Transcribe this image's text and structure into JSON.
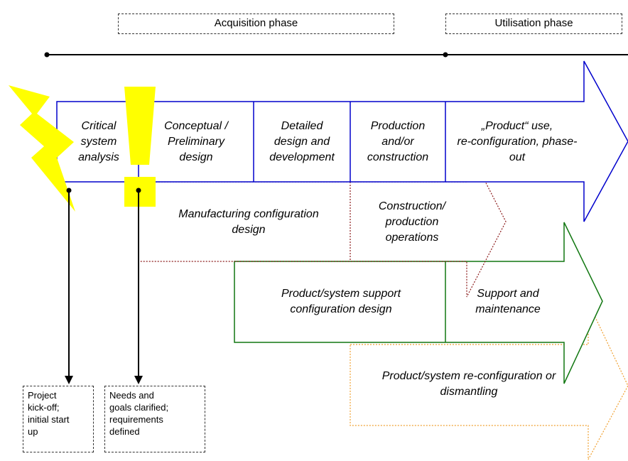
{
  "phases": {
    "acquisition": "Acquisition phase",
    "utilisation": "Utilisation phase"
  },
  "main_steps": {
    "critical": [
      "Critical",
      "system",
      "analysis"
    ],
    "conceptual": [
      "Conceptual /",
      "Preliminary",
      "design"
    ],
    "detailed": [
      "Detailed",
      "design and",
      "development"
    ],
    "production": [
      "Production",
      "and/or",
      "construction"
    ],
    "product_use": [
      "„Product“ use,",
      "re-configuration, phase-",
      "out"
    ]
  },
  "manufacturing": {
    "config": [
      "Manufacturing configuration",
      "design"
    ],
    "operations": [
      "Construction/",
      "production",
      "operations"
    ]
  },
  "support": {
    "config": [
      "Product/system support",
      "configuration design"
    ],
    "maintenance": [
      "Support and",
      "maintenance"
    ]
  },
  "reconfig": {
    "label": [
      "Product/system re-configuration or",
      "dismantling"
    ]
  },
  "milestones": {
    "kickoff": [
      "Project",
      "kick-off;",
      "initial start",
      "up"
    ],
    "needs": [
      "Needs and",
      "goals clarified;",
      "requirements",
      "defined"
    ]
  },
  "colors": {
    "main_arrow": "#0000cc",
    "manufacturing_arrow": "#8b1a1a",
    "support_arrow": "#117711",
    "reconfig_arrow": "#f0a030",
    "marker": "#ffff00"
  }
}
